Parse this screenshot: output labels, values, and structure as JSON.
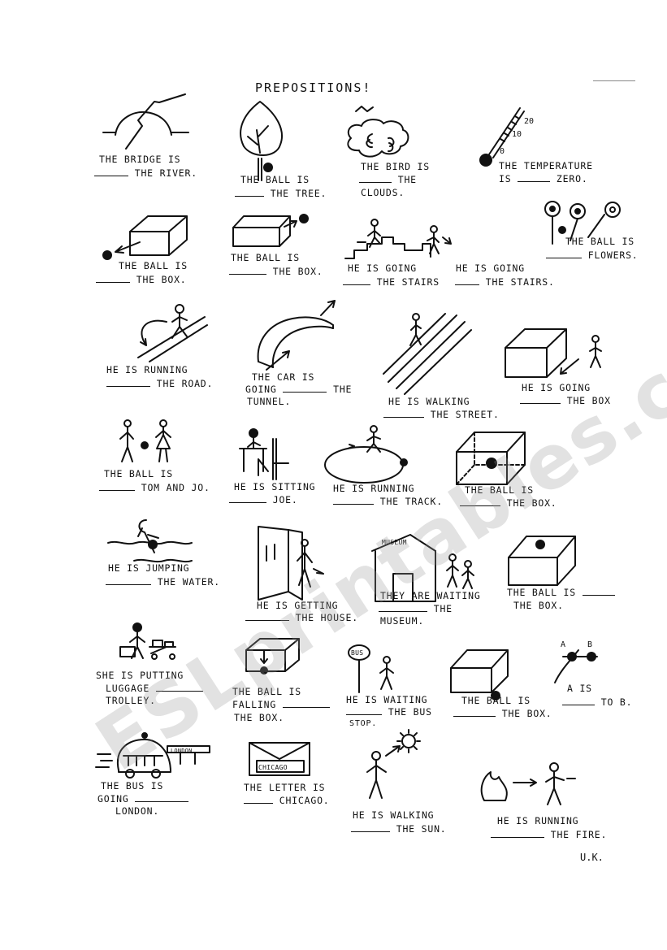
{
  "title": "PREPOSITIONS!",
  "watermark": "ESLprintables.com",
  "initials": "U.K.",
  "items": {
    "bridge": {
      "line1": "THE BRIDGE IS",
      "line2": "THE RIVER."
    },
    "tree": {
      "line1": "THE BALL IS",
      "line2": "THE TREE."
    },
    "bird": {
      "line1": "THE BIRD IS",
      "line2": "THE",
      "line3": "CLOUDS."
    },
    "temperature": {
      "line1": "THE TEMPERATURE",
      "line2a": "IS",
      "line2b": "ZERO."
    },
    "ball_box1": {
      "line1": "THE BALL IS",
      "line2": "THE BOX."
    },
    "ball_box2": {
      "line1": "THE BALL IS",
      "line2": "THE BOX."
    },
    "stairs_up": {
      "line1": "HE IS GOING",
      "line2": "THE STAIRS"
    },
    "stairs_down": {
      "line1": "HE IS GOING",
      "line2": "THE STAIRS."
    },
    "flowers": {
      "line1": "THE BALL IS",
      "line2": "FLOWERS."
    },
    "road": {
      "line1": "HE IS RUNNING",
      "line2": "THE ROAD."
    },
    "tunnel": {
      "line1": "THE CAR IS",
      "line2a": "GOING",
      "line2b": "THE",
      "line3": "TUNNEL."
    },
    "street": {
      "line1": "HE IS WALKING",
      "line2": "THE STREET."
    },
    "box_going": {
      "line1": "HE IS GOING",
      "line2": "THE BOX"
    },
    "tom_jo": {
      "line1": "THE BALL IS",
      "line2": "TOM AND JO."
    },
    "joe": {
      "line1": "HE IS SITTING",
      "line2": "JOE."
    },
    "track": {
      "line1": "HE IS RUNNING",
      "line2": "THE TRACK."
    },
    "ball_in_box": {
      "line1": "THE BALL IS",
      "line2": "THE BOX."
    },
    "water": {
      "line1": "HE IS JUMPING",
      "line2": "THE WATER."
    },
    "house": {
      "line1": "HE IS GETTING",
      "line2": "THE HOUSE."
    },
    "museum": {
      "line1": "THEY ARE WAITING",
      "line2": "THE",
      "line3": "MUSEUM.",
      "sign": "MUSEUM"
    },
    "ball_on_box": {
      "line1": "THE BALL IS",
      "line2": "THE BOX."
    },
    "luggage": {
      "line1": "SHE IS PUTTING",
      "line2": "LUGGAGE",
      "line3": "TROLLEY."
    },
    "falling": {
      "line1": "THE BALL IS",
      "line2": "FALLING",
      "line3": "THE BOX."
    },
    "bus_stop": {
      "line1": "HE IS WAITING",
      "line2": "THE BUS",
      "line3": "STOP.",
      "sign": "BUS"
    },
    "under_box": {
      "line1": "THE BALL IS",
      "line2": "THE BOX."
    },
    "a_b": {
      "line1": "A IS",
      "line2": "TO B.",
      "label_a": "A",
      "label_b": "B"
    },
    "london": {
      "line1": "THE BUS IS",
      "line2": "GOING",
      "line3": "LONDON.",
      "sign": "LONDON"
    },
    "chicago": {
      "line1": "THE LETTER IS",
      "line2": "CHICAGO.",
      "sign": "CHICAGO"
    },
    "sun": {
      "line1": "HE IS WALKING",
      "line2": "THE SUN."
    },
    "fire": {
      "line1": "HE IS RUNNING",
      "line2": "THE FIRE."
    }
  }
}
